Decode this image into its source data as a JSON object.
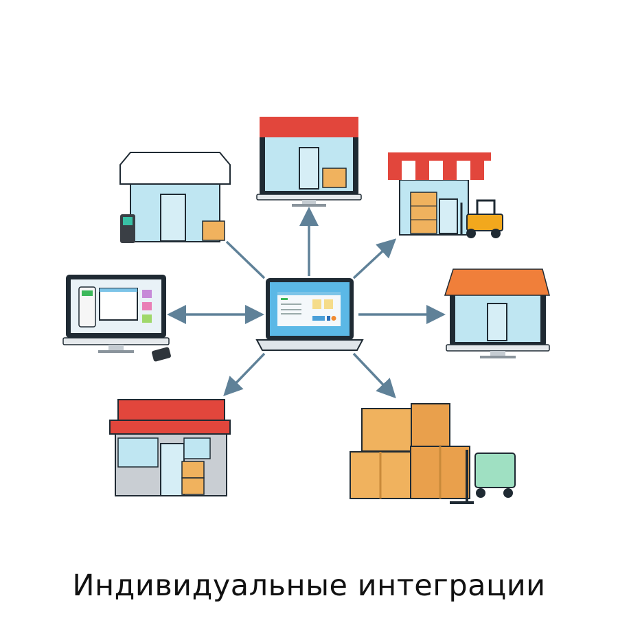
{
  "caption": "Индивидуальные интеграции",
  "colors": {
    "arrow": "#5f8198",
    "outline": "#1f2a33",
    "glass": "#bfe6f2",
    "awning_red": "#e2463c",
    "awning_orange": "#f07f3a",
    "box": "#f0b25e",
    "screen": "#5bb8e6"
  },
  "nodes": [
    {
      "id": "store-with-terminal",
      "icon": "storefront-icon"
    },
    {
      "id": "online-store-monitor",
      "icon": "monitor-store-icon"
    },
    {
      "id": "market-stall-forklift",
      "icon": "market-icon"
    },
    {
      "id": "pos-monitor",
      "icon": "pos-terminal-icon"
    },
    {
      "id": "orange-store-monitor",
      "icon": "monitor-store-icon"
    },
    {
      "id": "retail-shop",
      "icon": "shop-icon"
    },
    {
      "id": "warehouse",
      "icon": "warehouse-icon"
    }
  ]
}
